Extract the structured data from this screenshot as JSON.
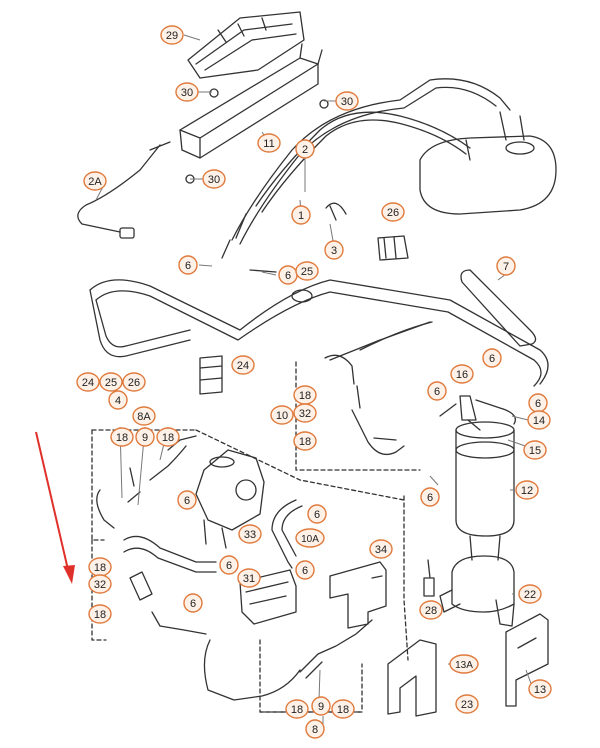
{
  "diagram": {
    "callout_color": "#e07a3c",
    "callout_fill": "#fdf1e8",
    "highlight_color": "#e0302a",
    "line_color": "#333333",
    "highlighted_part": "20",
    "callouts": [
      {
        "id": "c29",
        "label": "29"
      },
      {
        "id": "c30a",
        "label": "30"
      },
      {
        "id": "c30b",
        "label": "30"
      },
      {
        "id": "c30c",
        "label": "30"
      },
      {
        "id": "c11",
        "label": "11"
      },
      {
        "id": "c2A",
        "label": "2A"
      },
      {
        "id": "c2",
        "label": "2"
      },
      {
        "id": "c1",
        "label": "1"
      },
      {
        "id": "c3",
        "label": "3"
      },
      {
        "id": "c26a",
        "label": "26"
      },
      {
        "id": "c6a",
        "label": "6"
      },
      {
        "id": "c6b",
        "label": "6"
      },
      {
        "id": "c25a",
        "label": "25"
      },
      {
        "id": "c7",
        "label": "7"
      },
      {
        "id": "c24a",
        "label": "24"
      },
      {
        "id": "c25b",
        "label": "25"
      },
      {
        "id": "c26b",
        "label": "26"
      },
      {
        "id": "c4",
        "label": "4"
      },
      {
        "id": "c24b",
        "label": "24"
      },
      {
        "id": "c18a",
        "label": "18"
      },
      {
        "id": "c32a",
        "label": "32"
      },
      {
        "id": "c10",
        "label": "10"
      },
      {
        "id": "c18b",
        "label": "18"
      },
      {
        "id": "c6c",
        "label": "6"
      },
      {
        "id": "c16",
        "label": "16"
      },
      {
        "id": "c6d",
        "label": "6"
      },
      {
        "id": "c6e",
        "label": "6"
      },
      {
        "id": "c14",
        "label": "14"
      },
      {
        "id": "c15",
        "label": "15"
      },
      {
        "id": "c6f",
        "label": "6"
      },
      {
        "id": "c12",
        "label": "12"
      },
      {
        "id": "c8A",
        "label": "8A"
      },
      {
        "id": "c18c",
        "label": "18"
      },
      {
        "id": "c9a",
        "label": "9"
      },
      {
        "id": "c18d",
        "label": "18"
      },
      {
        "id": "c6g",
        "label": "6"
      },
      {
        "id": "c6h",
        "label": "6"
      },
      {
        "id": "c33",
        "label": "33"
      },
      {
        "id": "c10A",
        "label": "10A"
      },
      {
        "id": "c34",
        "label": "34"
      },
      {
        "id": "c18e",
        "label": "18"
      },
      {
        "id": "c32b",
        "label": "32"
      },
      {
        "id": "c18f",
        "label": "18"
      },
      {
        "id": "c6i",
        "label": "6"
      },
      {
        "id": "c6j",
        "label": "6"
      },
      {
        "id": "c31",
        "label": "31"
      },
      {
        "id": "c6k",
        "label": "6"
      },
      {
        "id": "c28",
        "label": "28"
      },
      {
        "id": "c22",
        "label": "22"
      },
      {
        "id": "c13A",
        "label": "13A"
      },
      {
        "id": "c13",
        "label": "13"
      },
      {
        "id": "c23",
        "label": "23"
      },
      {
        "id": "c18g",
        "label": "18"
      },
      {
        "id": "c9b",
        "label": "9"
      },
      {
        "id": "c18h",
        "label": "18"
      },
      {
        "id": "c8",
        "label": "8"
      }
    ]
  }
}
